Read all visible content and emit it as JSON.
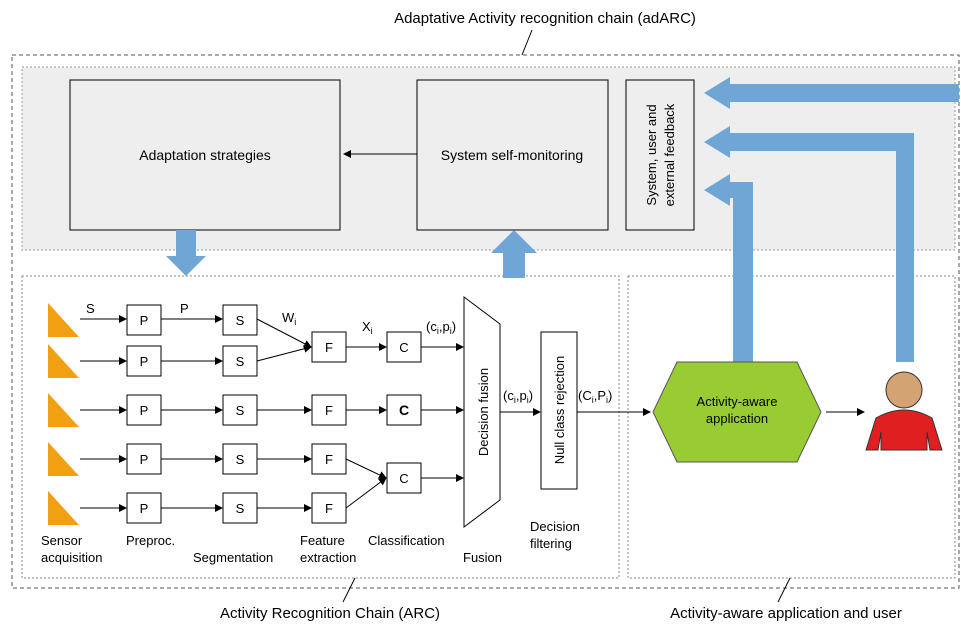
{
  "titles": {
    "adarc": "Adaptative Activity recognition chain (adARC)",
    "arc": "Activity Recognition Chain (ARC)",
    "app_user": "Activity-aware application and user"
  },
  "adaptive_layer": {
    "adaptation": "Adaptation strategies",
    "monitoring": "System self-monitoring",
    "feedback_line1": "System, user and",
    "feedback_line2": "external feedback"
  },
  "chain": {
    "preproc_label": "P",
    "segment_label": "S",
    "feature_label": "F",
    "classifier_label": "C",
    "classifier_label_bold": "C",
    "fusion_label": "Decision fusion",
    "null_rejection_label": "Null class rejection"
  },
  "signals": {
    "s": "S",
    "p": "P",
    "w": "W",
    "w_sub": "i",
    "x": "X",
    "x_sub": "i",
    "cp_c": "(c",
    "cp_sub1": "i",
    "cp_mid": ",p",
    "cp_sub2": "i",
    "cp_end": ")",
    "CP_c": "(C",
    "CP_sub1": "i",
    "CP_mid": ",P",
    "CP_sub2": "i",
    "CP_end": ")"
  },
  "stages": {
    "sensor1": "Sensor",
    "sensor2": "acquisition",
    "preproc": "Preproc.",
    "segmentation": "Segmentation",
    "feature1": "Feature",
    "feature2": "extraction",
    "classification": "Classification",
    "fusion": "Fusion",
    "decision1": "Decision",
    "decision2": "filtering"
  },
  "application": {
    "line1": "Activity-aware",
    "line2": "application"
  },
  "colors": {
    "sensor": "#f0a010",
    "app": "#99cc33",
    "feedback_arrow": "#6fa6d6",
    "gray_panel": "#eeeeee",
    "person_body": "#e02020",
    "person_head": "#d4a373"
  }
}
